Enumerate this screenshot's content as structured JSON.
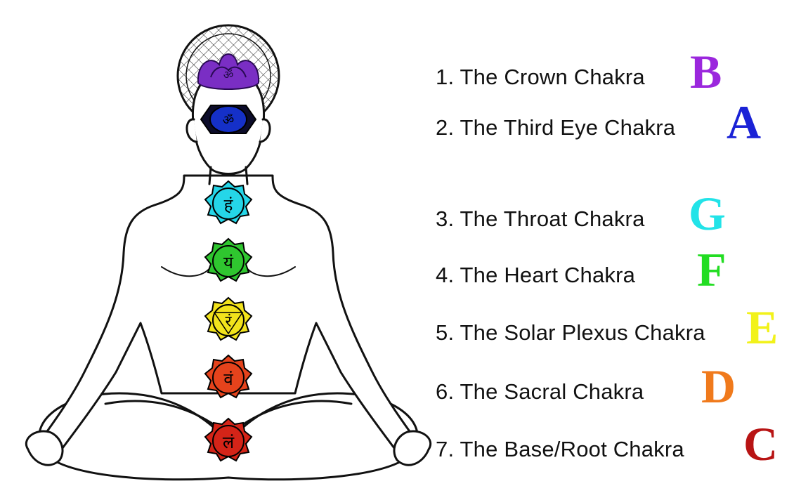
{
  "figure": {
    "symbols": [
      "ॐ",
      "ॐ",
      "हं",
      "यं",
      "रं",
      "वं",
      "लं"
    ]
  },
  "chakras": [
    {
      "label": "1. The Crown Chakra",
      "letter": "B",
      "color": "#9b27dd"
    },
    {
      "label": "2. The Third Eye Chakra",
      "letter": "A",
      "color": "#1a22d6"
    },
    {
      "label": "3. The Throat Chakra",
      "letter": "G",
      "color": "#22e3e8"
    },
    {
      "label": "4. The Heart Chakra",
      "letter": "F",
      "color": "#22dd22"
    },
    {
      "label": "5. The Solar Plexus Chakra",
      "letter": "E",
      "color": "#f2f21a"
    },
    {
      "label": "6. The Sacral Chakra",
      "letter": "D",
      "color": "#f07a1c"
    },
    {
      "label": "7. The Base/Root Chakra",
      "letter": "C",
      "color": "#b81414"
    }
  ],
  "chakra_fills": [
    "#7a2ec4",
    "#1530c8",
    "#25d6e8",
    "#2fc62f",
    "#f2e31c",
    "#e5431c",
    "#d42418"
  ]
}
